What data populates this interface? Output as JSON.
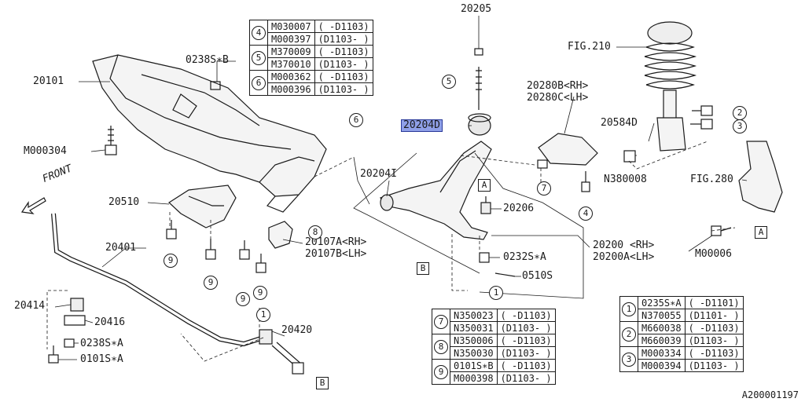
{
  "figure_id": "A200001197",
  "front_label": "FRONT",
  "callouts": {
    "c20101": "20101",
    "c0238s_b": "0238S∗B",
    "cm000304": "M000304",
    "c20510": "20510",
    "c20401": "20401",
    "c20414": "20414",
    "c20416": "20416",
    "c0238s_a": "0238S∗A",
    "c0101s_a": "0101S∗A",
    "c20107a": "20107A<RH>",
    "c20107b": "20107B<LH>",
    "c20420": "20420",
    "c20205": "20205",
    "c20204d": "20204D",
    "c20204i": "20204I",
    "c20206": "20206",
    "c0232s_a": "0232S∗A",
    "c0510s": "0510S",
    "c20200": "20200 <RH>",
    "c20200a": "20200A<LH>",
    "c20280b": "20280B<RH>",
    "c20280c": "20280C<LH>",
    "c20584d": "20584D",
    "cn380008": "N380008",
    "cfig210": "FIG.210",
    "cfig280": "FIG.280",
    "cm00006": "M00006"
  },
  "ref_circles": {
    "r1": "1",
    "r2": "2",
    "r3": "3",
    "r4": "4",
    "r5": "5",
    "r6": "6",
    "r7": "7",
    "r8": "8",
    "r9": "9"
  },
  "ref_boxes": {
    "a": "A",
    "b": "B"
  },
  "table_top": [
    {
      "key": "4",
      "rows": [
        [
          "M030007",
          "( -D1103)"
        ],
        [
          "M000397",
          "(D1103- )"
        ]
      ]
    },
    {
      "key": "5",
      "rows": [
        [
          "M370009",
          "( -D1103)"
        ],
        [
          "M370010",
          "(D1103- )"
        ]
      ]
    },
    {
      "key": "6",
      "rows": [
        [
          "M000362",
          "( -D1103)"
        ],
        [
          "M000396",
          "(D1103- )"
        ]
      ]
    }
  ],
  "table_mid": [
    {
      "key": "7",
      "rows": [
        [
          "N350023",
          "( -D1103)"
        ],
        [
          "N350031",
          "(D1103- )"
        ]
      ]
    },
    {
      "key": "8",
      "rows": [
        [
          "N350006",
          "( -D1103)"
        ],
        [
          "N350030",
          "(D1103- )"
        ]
      ]
    },
    {
      "key": "9",
      "rows": [
        [
          "0101S∗B",
          "( -D1103)"
        ],
        [
          "M000398",
          "(D1103- )"
        ]
      ]
    }
  ],
  "table_right": [
    {
      "key": "1",
      "rows": [
        [
          "0235S∗A",
          "( -D1101)"
        ],
        [
          "N370055",
          "(D1101- )"
        ]
      ]
    },
    {
      "key": "2",
      "rows": [
        [
          "M660038",
          "( -D1103)"
        ],
        [
          "M660039",
          "(D1103- )"
        ]
      ]
    },
    {
      "key": "3",
      "rows": [
        [
          "M000334",
          "( -D1103)"
        ],
        [
          "M000394",
          "(D1103- )"
        ]
      ]
    }
  ]
}
